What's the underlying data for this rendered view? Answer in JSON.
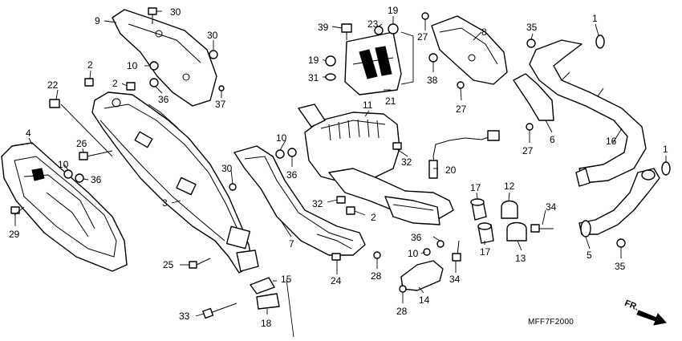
{
  "diagram": {
    "code": "MFF7F2000",
    "direction_label": "FR.",
    "callouts": [
      {
        "id": "c9",
        "text": "9"
      },
      {
        "id": "c30a",
        "text": "30"
      },
      {
        "id": "c30b",
        "text": "30"
      },
      {
        "id": "c2a",
        "text": "2"
      },
      {
        "id": "c10a",
        "text": "10"
      },
      {
        "id": "c2b",
        "text": "2"
      },
      {
        "id": "c22",
        "text": "22"
      },
      {
        "id": "c36a",
        "text": "36"
      },
      {
        "id": "c37",
        "text": "37"
      },
      {
        "id": "c4",
        "text": "4"
      },
      {
        "id": "c26",
        "text": "26"
      },
      {
        "id": "c10b",
        "text": "10"
      },
      {
        "id": "c36b",
        "text": "36"
      },
      {
        "id": "c3",
        "text": "3"
      },
      {
        "id": "c29",
        "text": "29"
      },
      {
        "id": "c30c",
        "text": "30"
      },
      {
        "id": "c25",
        "text": "25"
      },
      {
        "id": "c15",
        "text": "15"
      },
      {
        "id": "c33",
        "text": "33"
      },
      {
        "id": "c18",
        "text": "18"
      },
      {
        "id": "c39",
        "text": "39"
      },
      {
        "id": "c23",
        "text": "23"
      },
      {
        "id": "c19a",
        "text": "19"
      },
      {
        "id": "c19b",
        "text": "19"
      },
      {
        "id": "c31",
        "text": "31"
      },
      {
        "id": "c21",
        "text": "21"
      },
      {
        "id": "c27a",
        "text": "27"
      },
      {
        "id": "c38",
        "text": "38"
      },
      {
        "id": "c8",
        "text": "8"
      },
      {
        "id": "c27b",
        "text": "27"
      },
      {
        "id": "c11",
        "text": "11"
      },
      {
        "id": "c10c",
        "text": "10"
      },
      {
        "id": "c36c",
        "text": "36"
      },
      {
        "id": "c32a",
        "text": "32"
      },
      {
        "id": "c20",
        "text": "20"
      },
      {
        "id": "c32b",
        "text": "32"
      },
      {
        "id": "c2c",
        "text": "2"
      },
      {
        "id": "c7",
        "text": "7"
      },
      {
        "id": "c24",
        "text": "24"
      },
      {
        "id": "c35a",
        "text": "35"
      },
      {
        "id": "c1a",
        "text": "1"
      },
      {
        "id": "c6",
        "text": "6"
      },
      {
        "id": "c27c",
        "text": "27"
      },
      {
        "id": "c16",
        "text": "16"
      },
      {
        "id": "c1b",
        "text": "1"
      },
      {
        "id": "c17a",
        "text": "17"
      },
      {
        "id": "c12",
        "text": "12"
      },
      {
        "id": "c34a",
        "text": "34"
      },
      {
        "id": "c17b",
        "text": "17"
      },
      {
        "id": "c13",
        "text": "13"
      },
      {
        "id": "c5",
        "text": "5"
      },
      {
        "id": "c35b",
        "text": "35"
      },
      {
        "id": "c36d",
        "text": "36"
      },
      {
        "id": "c10d",
        "text": "10"
      },
      {
        "id": "c28a",
        "text": "28"
      },
      {
        "id": "c34b",
        "text": "34"
      },
      {
        "id": "c14",
        "text": "14"
      },
      {
        "id": "c28b",
        "text": "28"
      }
    ]
  }
}
